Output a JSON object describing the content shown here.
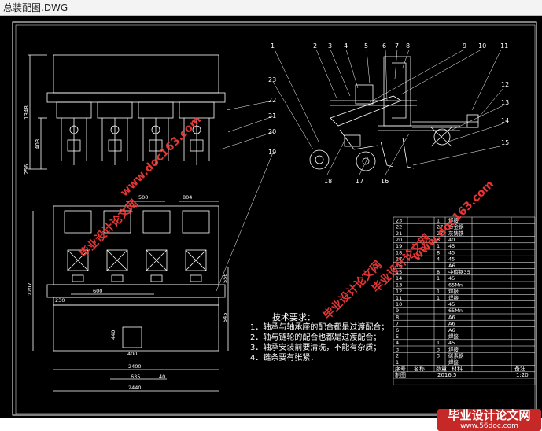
{
  "window": {
    "title": "总装配图.DWG"
  },
  "side_view": {
    "part_numbers": [
      "1",
      "2",
      "3",
      "4",
      "5",
      "6",
      "7",
      "8",
      "9",
      "10",
      "11",
      "12",
      "13",
      "14",
      "15",
      "16",
      "17",
      "18",
      "19",
      "20",
      "21",
      "22",
      "23"
    ]
  },
  "front_view": {
    "dims": {
      "height_total": "1348",
      "height_mid": "403",
      "height_low": "256"
    }
  },
  "plan_view": {
    "dims": {
      "top_500": "500",
      "top_804": "804",
      "left_600": "600",
      "left_2207": "2207",
      "left_230": "230",
      "right_556": "556",
      "right_545": "545",
      "inner_400": "400",
      "inner_440": "440",
      "bottom_2400": "2400",
      "bottom_635": "635",
      "bottom_40": "40",
      "bottom_2440": "2440"
    }
  },
  "technical_requirements": {
    "heading": "技术要求：",
    "items": [
      "1．轴承与轴承座的配合都是过渡配合；",
      "2．轴与链轮的配合也都是过渡配合；",
      "3．轴承安装前要清洗，不能有杂质；",
      "4．链条要有张紧．"
    ]
  },
  "bom": {
    "rows": [
      [
        "23",
        "",
        "1",
        "焊接",
        "",
        ""
      ],
      [
        "22",
        "",
        "27",
        "合金钢",
        ""
      ],
      [
        "21",
        "",
        "27",
        "灰铸铁",
        ""
      ],
      [
        "20",
        "",
        "8",
        "40",
        ""
      ],
      [
        "19",
        "",
        "1",
        "45",
        ""
      ],
      [
        "18",
        "",
        "8",
        "45",
        ""
      ],
      [
        "17",
        "",
        "4",
        "45",
        ""
      ],
      [
        "16",
        "",
        "",
        "A6",
        ""
      ],
      [
        "15",
        "",
        "8",
        "中碳钢35",
        ""
      ],
      [
        "14",
        "",
        "1",
        "45",
        ""
      ],
      [
        "13",
        "",
        "",
        "65Mn",
        ""
      ],
      [
        "12",
        "",
        "1",
        "焊接",
        ""
      ],
      [
        "11",
        "",
        "1",
        "焊接",
        ""
      ],
      [
        "10",
        "",
        "",
        "45",
        ""
      ],
      [
        "9",
        "",
        "",
        "65Mn",
        ""
      ],
      [
        "8",
        "",
        "",
        "A6",
        ""
      ],
      [
        "7",
        "",
        "",
        "A6",
        ""
      ],
      [
        "6",
        "",
        "",
        "A6",
        ""
      ],
      [
        "5",
        "",
        "",
        "焊接",
        ""
      ],
      [
        "4",
        "",
        "1",
        "45",
        ""
      ],
      [
        "3",
        "",
        "3",
        "焊接",
        ""
      ],
      [
        "2",
        "",
        "3",
        "碳素钢",
        ""
      ],
      [
        "1",
        "",
        "",
        "焊接",
        ""
      ]
    ],
    "header": {
      "no": "序号",
      "name": "名称",
      "qty": "数量",
      "material": "材料",
      "note": "备注"
    },
    "footer": {
      "designer_label": "制图",
      "date": "2016.5",
      "scale": "1:20"
    }
  },
  "watermarks": [
    "毕业设计论文网",
    "www.doc163.com",
    "毕业设计论文网",
    "www.doc163.com",
    "毕业设计论文网"
  ],
  "badge": {
    "text": "毕业设计论文网",
    "url": "www.56doc.com"
  }
}
